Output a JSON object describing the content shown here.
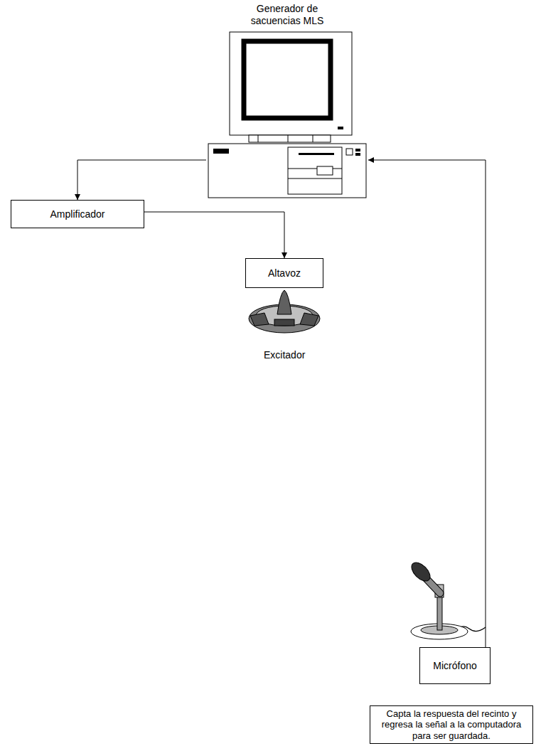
{
  "diagram": {
    "nodes": [
      {
        "text": [
          "Generador de sacuencias MLS"
        ]
      },
      {
        "text": [
          "Amplificador"
        ]
      },
      {
        "text": [
          "Altavoz"
        ]
      },
      {
        "text": [
          "Micrófono"
        ]
      },
      {
        "text": [
          "Capta la respuesta del recinto y regresa la señal a la computadora para ser guardada."
        ]
      }
    ],
    "edges": [
      {
        "from": 0,
        "to": 1,
        "arrow": "to"
      },
      {
        "from": 1,
        "to": 2,
        "arrow": "to"
      },
      {
        "from": 3,
        "to": 0,
        "arrow": "to"
      }
    ],
    "labels": [
      "Excitador"
    ]
  }
}
